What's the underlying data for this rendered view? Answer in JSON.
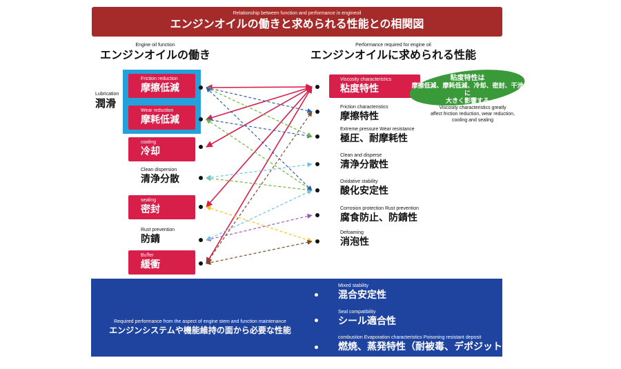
{
  "title": {
    "en": "Relationship between function and performance in engineoil",
    "jp": "エンジンオイルの働きと求められる性能との相関図"
  },
  "left_header": {
    "en": "Engine oil function",
    "jp": "エンジンオイルの働き"
  },
  "right_header": {
    "en": "Performance required for engine oil",
    "jp": "エンジンオイルに求められる性能"
  },
  "lubrication": {
    "en": "Lubrication",
    "jp": "潤滑"
  },
  "functions": [
    {
      "en": "Friction reduction",
      "jp": "摩擦低減",
      "highlight": true
    },
    {
      "en": "Wear reduction",
      "jp": "摩耗低減",
      "highlight": true
    },
    {
      "en": "cooling",
      "jp": "冷却",
      "highlight": true
    },
    {
      "en": "Clean dispersion",
      "jp": "清浄分散",
      "highlight": false
    },
    {
      "en": "sealing",
      "jp": "密封",
      "highlight": true
    },
    {
      "en": "Rust prevention",
      "jp": "防錆",
      "highlight": false
    },
    {
      "en": "Buffer",
      "jp": "緩衝",
      "highlight": true
    }
  ],
  "performances": [
    {
      "en": "Viscosity characteristics",
      "jp": "粘度特性"
    },
    {
      "en": "Friction characteristics",
      "jp": "摩擦特性"
    },
    {
      "en": "Extreme pressure Wear resistance",
      "jp": "極圧、耐摩耗性"
    },
    {
      "en": "Clean and disperse",
      "jp": "清浄分散性"
    },
    {
      "en": "Oxidative stability",
      "jp": "酸化安定性"
    },
    {
      "en": "Corrosion protection Rust prevention",
      "jp": "腐食防止、防錆性"
    },
    {
      "en": "Defoaming",
      "jp": "消泡性"
    }
  ],
  "callout": {
    "line1": "粘度特性は",
    "line2": "摩擦低減、摩耗低減、冷却、密封、干渉に",
    "line3": "大きく影響する",
    "en1": "Viscosity characteristics greatly",
    "en2": "affect friction reduction, wear reduction,",
    "en3": "cooling and sealing"
  },
  "bottom": {
    "en": "Required performance from the aspect of engine stem and function maintenance",
    "jp": "エンジンシステムや機能維持の面から必要な性能",
    "items": [
      {
        "en": "Mixed stability",
        "jp": "混合安定性"
      },
      {
        "en": "Seal compatibility",
        "jp": "シール適合性"
      },
      {
        "en": "combustion Evaporation characteristics Poisoning resistant deposit",
        "jp": "燃焼、蒸発特性（耐被毒、デポジット）"
      }
    ]
  },
  "colors": {
    "banner": "#a52a2a",
    "red_box": "#d81f4a",
    "highlight_frame": "#24a0dd",
    "bottom_box": "#1f44a0",
    "callout": "#3a9a3a"
  },
  "links": [
    {
      "from": 0,
      "to": 0,
      "color": "#d81f4a",
      "style": "solid"
    },
    {
      "from": 1,
      "to": 0,
      "color": "#d81f4a",
      "style": "solid"
    },
    {
      "from": 2,
      "to": 0,
      "color": "#d81f4a",
      "style": "solid"
    },
    {
      "from": 4,
      "to": 0,
      "color": "#d81f4a",
      "style": "solid"
    },
    {
      "from": 6,
      "to": 0,
      "color": "#d81f4a",
      "style": "solid"
    },
    {
      "from": 0,
      "to": 1,
      "color": "#2f5fb0",
      "style": "dashed"
    },
    {
      "from": 1,
      "to": 2,
      "color": "#2f5fb0",
      "style": "dashed"
    },
    {
      "from": 0,
      "to": 2,
      "color": "#6fb43f",
      "style": "dashed"
    },
    {
      "from": 1,
      "to": 4,
      "color": "#6fb43f",
      "style": "dashed"
    },
    {
      "from": 3,
      "to": 4,
      "color": "#6fb43f",
      "style": "dashed"
    },
    {
      "from": 3,
      "to": 3,
      "color": "#6ec0e8",
      "style": "dashed"
    },
    {
      "from": 0,
      "to": 4,
      "color": "#2f5fb0",
      "style": "dashed"
    },
    {
      "from": 5,
      "to": 5,
      "color": "#9b59b6",
      "style": "dashed"
    },
    {
      "from": 4,
      "to": 6,
      "color": "#f0c419",
      "style": "dashed"
    },
    {
      "from": 6,
      "to": 6,
      "color": "#7b4a2a",
      "style": "dashed"
    },
    {
      "from": 6,
      "to": 1,
      "color": "#7b4a2a",
      "style": "dashed"
    },
    {
      "from": 5,
      "to": 4,
      "color": "#6ec0e8",
      "style": "dashed"
    }
  ]
}
